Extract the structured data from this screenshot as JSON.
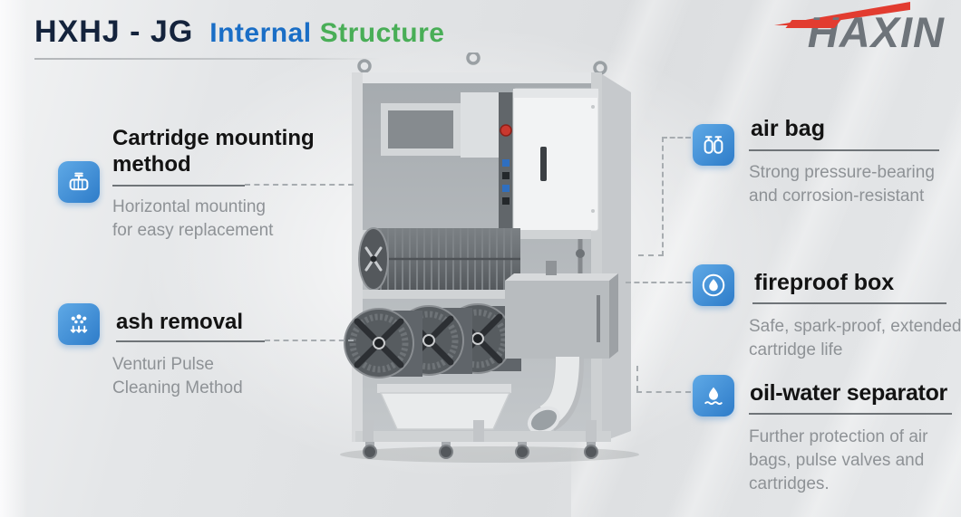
{
  "header": {
    "title": "HXHJ - JG",
    "subtitle": {
      "word1": "Internal",
      "word2": "Structure"
    },
    "logo_text": "HAXIN"
  },
  "callouts": {
    "left": [
      {
        "icon": "cartridge-mounting-icon",
        "title": "Cartridge mounting method",
        "desc": "Horizontal mounting for easy replacement"
      },
      {
        "icon": "ash-removal-icon",
        "title": "ash removal",
        "desc": "Venturi Pulse Cleaning Method"
      }
    ],
    "right": [
      {
        "icon": "air-bag-icon",
        "title": "air bag",
        "desc": "Strong pressure-bearing and corrosion-resistant"
      },
      {
        "icon": "fireproof-box-icon",
        "title": "fireproof box",
        "desc": "Safe, spark-proof, extended cartridge life"
      },
      {
        "icon": "oil-water-separator-icon",
        "title": "oil-water separator",
        "desc": "Further protection of air bags, pulse valves and cartridges."
      }
    ]
  },
  "colors": {
    "subtitle_blue": "#1a6ec6",
    "subtitle_green": "#49ae57",
    "logo_gray": "#6e747a",
    "logo_red": "#e23c30",
    "icon_blue": "#2e7cc9",
    "heading_text": "#131313",
    "body_text": "#8e9296"
  }
}
